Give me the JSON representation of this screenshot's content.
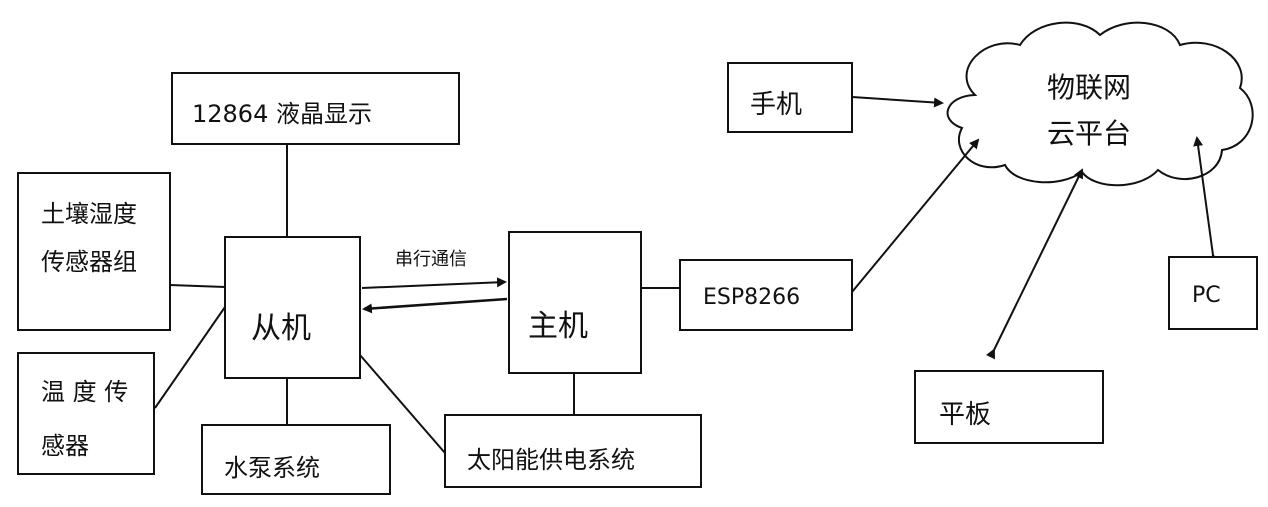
{
  "nodes": {
    "lcd": "12864 液晶显示",
    "soil_sensor_line1": "土壤湿度",
    "soil_sensor_line2": "传感器组",
    "temp_sensor_line1": "温 度 传",
    "temp_sensor_line2": "感器",
    "slave": "从机",
    "master": "主机",
    "pump": "水泵系统",
    "solar": "太阳能供电系统",
    "esp": "ESP8266",
    "phone": "手机",
    "tablet": "平板",
    "pc": "PC",
    "cloud_line1": "物联网",
    "cloud_line2": "云平台"
  },
  "edges": {
    "serial_label": "串行通信"
  },
  "colors": {
    "stroke": "#111111",
    "background": "#ffffff"
  }
}
